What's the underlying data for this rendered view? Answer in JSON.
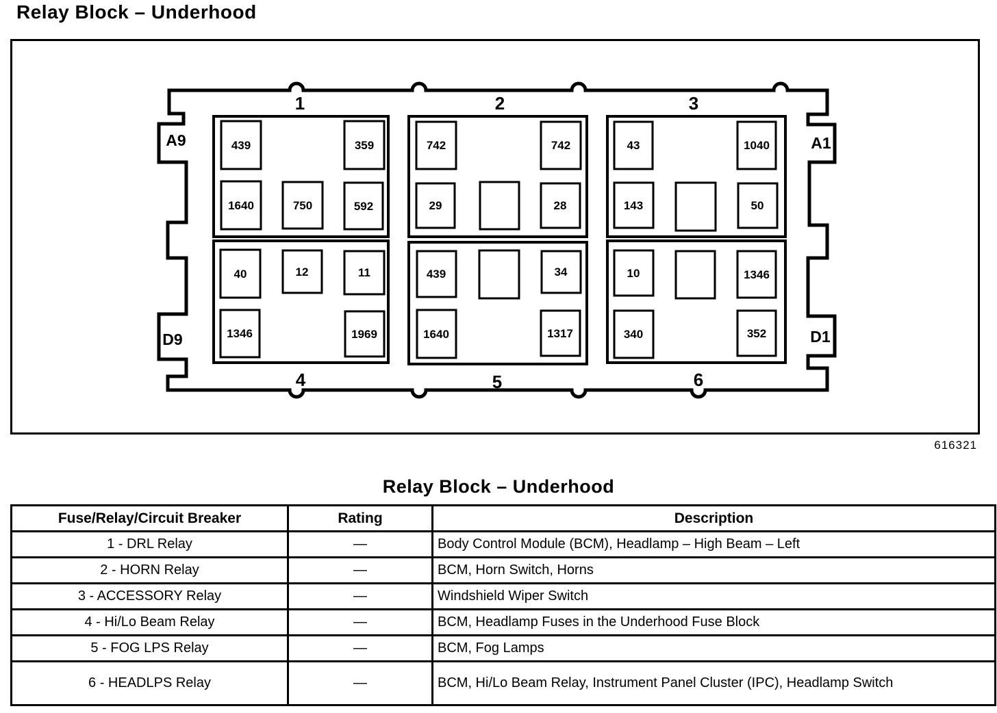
{
  "page": {
    "title": "Relay Block – Underhood",
    "figure_number": "616321"
  },
  "colors": {
    "ink": "#000000",
    "paper": "#ffffff"
  },
  "diagram": {
    "corner_labels": {
      "top_left": "A9",
      "top_right": "A1",
      "bottom_left": "D9",
      "bottom_right": "D1"
    },
    "sections": [
      {
        "number": "1",
        "cells": {
          "tl": "439",
          "tr": "359",
          "bl": "1640",
          "bm": "750",
          "br": "592"
        }
      },
      {
        "number": "2",
        "cells": {
          "tl": "742",
          "tr": "742",
          "bl": "29",
          "bm": "",
          "br": "28"
        }
      },
      {
        "number": "3",
        "cells": {
          "tl": "43",
          "tr": "1040",
          "bl": "143",
          "bm": "",
          "br": "50"
        }
      },
      {
        "number": "4",
        "cells": {
          "tl": "40",
          "tm": "12",
          "tr": "11",
          "bl": "1346",
          "br": "1969"
        }
      },
      {
        "number": "5",
        "cells": {
          "tl": "439",
          "tm": "",
          "tr": "34",
          "bl": "1640",
          "br": "1317"
        }
      },
      {
        "number": "6",
        "cells": {
          "tl": "10",
          "tm": "",
          "tr": "1346",
          "bl": "340",
          "br": "352"
        }
      }
    ]
  },
  "table": {
    "title": "Relay Block – Underhood",
    "headers": [
      "Fuse/Relay/Circuit Breaker",
      "Rating",
      "Description"
    ],
    "rows": [
      {
        "name": "1 - DRL Relay",
        "rating": "—",
        "description": "Body Control Module (BCM), Headlamp – High Beam – Left"
      },
      {
        "name": "2 - HORN Relay",
        "rating": "—",
        "description": "BCM, Horn Switch, Horns"
      },
      {
        "name": "3 - ACCESSORY Relay",
        "rating": "—",
        "description": "Windshield Wiper Switch"
      },
      {
        "name": "4 - Hi/Lo Beam Relay",
        "rating": "—",
        "description": "BCM, Headlamp Fuses in the Underhood Fuse Block"
      },
      {
        "name": "5 - FOG LPS Relay",
        "rating": "—",
        "description": "BCM, Fog Lamps"
      },
      {
        "name": "6 - HEADLPS Relay",
        "rating": "—",
        "description": "BCM, Hi/Lo Beam Relay, Instrument Panel Cluster (IPC), Headlamp Switch"
      }
    ]
  }
}
